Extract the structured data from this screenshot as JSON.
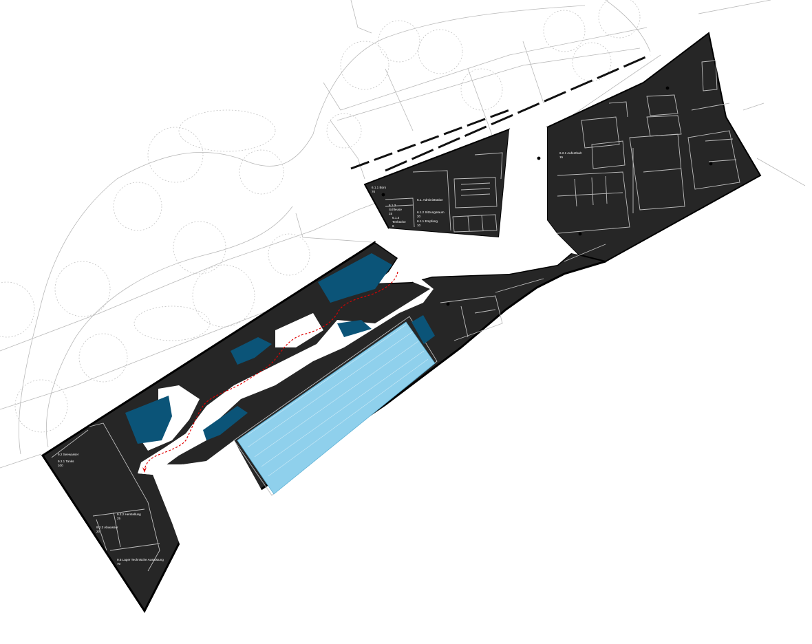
{
  "colors": {
    "building": "#262626",
    "outline": "#000000",
    "water_pool": "#8fd0ec",
    "water_basin": "#0b5478",
    "path": "#e00000",
    "context_lines": "#b9b9b9"
  },
  "labels": {
    "buero": [
      "6.1.1 Büro",
      "70"
    ],
    "administration": [
      "6.1. Administration"
    ],
    "schleuse": [
      "6.1.3",
      "Schleuse",
      "15"
    ],
    "teekueche": [
      "6.1.4",
      "Teeküche",
      "6"
    ],
    "sitzungsraum": [
      "6.1.2 Sitzungsraum",
      "20"
    ],
    "empfang": [
      "6.1.1 Empfang",
      "10"
    ],
    "aufenthalt": [
      "6.2.1 Aufenthalt",
      "15"
    ],
    "seewasser": [
      "9.2 Seewasser"
    ],
    "tanks": [
      "9.2.1 Tanks",
      "100"
    ],
    "herstellung": [
      "9.2.2 Herstellung",
      "25"
    ],
    "abwasser": [
      "9.2.3 Abwasser",
      "20"
    ],
    "lager": [
      "9.5 Lager Technische Ausrüstung",
      "70"
    ]
  }
}
